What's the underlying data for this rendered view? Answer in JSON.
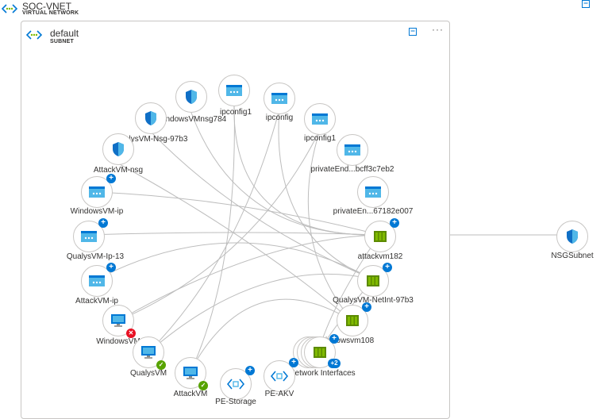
{
  "vnet": {
    "title": "SOC-VNET",
    "subtitle": "VIRTUAL NETWORK"
  },
  "subnet": {
    "title": "default",
    "subtitle": "SUBNET",
    "more": "···"
  },
  "colors": {
    "accent": "#0078d4",
    "edge": "#bdbdbd",
    "vm_green": "#7fba00",
    "nsg_blue": "#0f6fc6",
    "ip_blue": "#50b7e8"
  },
  "nodes": [
    {
      "id": "windowsvmnsg784",
      "label": "WindowsVMnsg784",
      "icon": "shield-icon"
    },
    {
      "id": "ipconfig1-a",
      "label": "ipconfig1",
      "icon": "network-interface-icon"
    },
    {
      "id": "ipconfig",
      "label": "ipconfig",
      "icon": "network-interface-icon"
    },
    {
      "id": "qualysvm-nsg-97b3",
      "label": "QualysVM-Nsg-97b3",
      "icon": "shield-icon"
    },
    {
      "id": "ipconfig1-b",
      "label": "ipconfig1",
      "icon": "network-interface-icon"
    },
    {
      "id": "attackvm-nsg",
      "label": "AttackVM-nsg",
      "icon": "shield-icon"
    },
    {
      "id": "privateend-bcff",
      "label": "privateEnd...bcff3c7eb2",
      "icon": "network-interface-icon"
    },
    {
      "id": "windowsvm-ip",
      "label": "WindowsVM-ip",
      "icon": "public-ip-icon"
    },
    {
      "id": "privateen-67182",
      "label": "privateEn...67182e007",
      "icon": "network-interface-icon"
    },
    {
      "id": "qualysvm-ip-13",
      "label": "QualysVM-Ip-13",
      "icon": "public-ip-icon"
    },
    {
      "id": "attackvm182",
      "label": "attackvm182",
      "icon": "nic-card-icon"
    },
    {
      "id": "attackvm-ip",
      "label": "AttackVM-ip",
      "icon": "public-ip-icon"
    },
    {
      "id": "qualysvm-netint-97b3",
      "label": "QualysVM-NetInt-97b3",
      "icon": "nic-card-icon"
    },
    {
      "id": "windowsvm",
      "label": "WindowsVM",
      "icon": "monitor-icon"
    },
    {
      "id": "windowsvm108",
      "label": "windowsvm108",
      "icon": "nic-card-icon"
    },
    {
      "id": "qualysvm",
      "label": "QualysVM",
      "icon": "monitor-icon"
    },
    {
      "id": "network-interfaces",
      "label": "Network Interfaces",
      "icon": "nic-card-icon",
      "count_badge": "+2"
    },
    {
      "id": "attackvm",
      "label": "AttackVM",
      "icon": "monitor-icon"
    },
    {
      "id": "pe-akv",
      "label": "PE-AKV",
      "icon": "private-endpoint-icon"
    },
    {
      "id": "pe-storage",
      "label": "PE-Storage",
      "icon": "private-endpoint-icon"
    },
    {
      "id": "nsgsubnet",
      "label": "NSGSubnet",
      "icon": "shield-icon"
    }
  ]
}
